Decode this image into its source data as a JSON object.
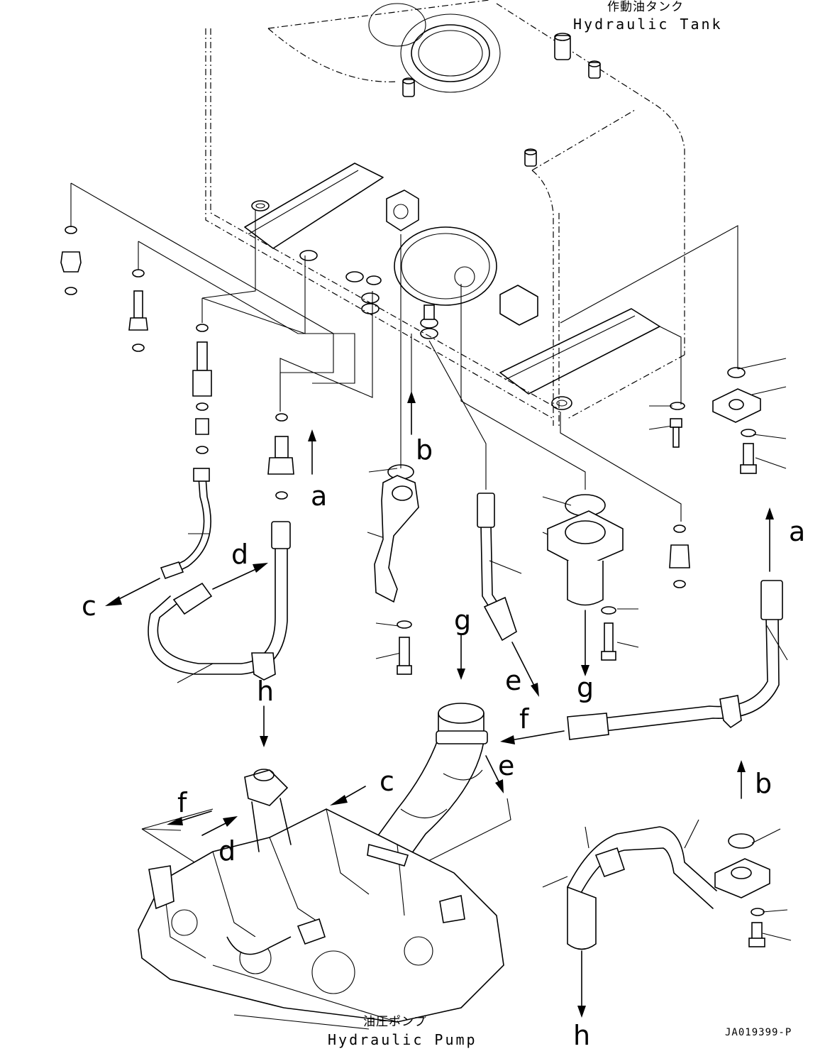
{
  "labels": {
    "tank_jp": "作動油タンク",
    "tank_en": "Hydraulic Tank",
    "pump_jp": "油圧ポンプ",
    "pump_en": "Hydraulic Pump",
    "drawing_code": "JA019399-P"
  },
  "callouts": {
    "a1": "a",
    "a2": "a",
    "b1": "b",
    "b2": "b",
    "c1": "c",
    "c2": "c",
    "d1": "d",
    "d2": "d",
    "e1": "e",
    "e2": "e",
    "f1": "f",
    "f2": "f",
    "g1": "g",
    "g2": "g",
    "h1": "h",
    "h2": "h"
  }
}
